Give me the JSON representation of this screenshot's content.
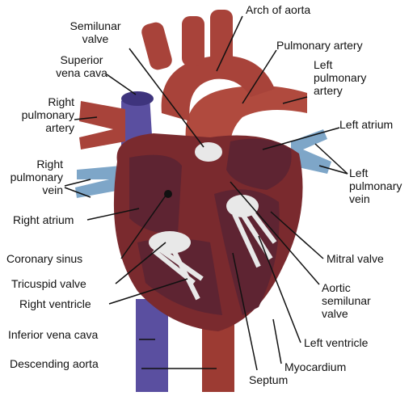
{
  "labels": {
    "arch_of_aorta": "Arch of aorta",
    "semilunar_valve": "Semilunar\nvalve",
    "pulmonary_artery": "Pulmonary artery",
    "superior_vena_cava": "Superior\nvena cava",
    "left_pulmonary_artery": "Left\npulmonary\nartery",
    "right_pulmonary_artery": "Right\npulmonary\nartery",
    "left_atrium": "Left atrium",
    "right_pulmonary_vein": "Right\npulmonary\nvein",
    "left_pulmonary_vein": "Left\npulmonary\nvein",
    "right_atrium": "Right atrium",
    "coronary_sinus": "Coronary sinus",
    "mitral_valve": "Mitral valve",
    "tricuspid_valve": "Tricuspid valve",
    "aortic_semilunar_valve": "Aortic\nsemilunar\nvalve",
    "right_ventricle": "Right ventricle",
    "left_ventricle": "Left ventricle",
    "inferior_vena_cava": "Inferior vena cava",
    "descending_aorta": "Descending aorta",
    "myocardium": "Myocardium",
    "septum": "Septum"
  },
  "colors": {
    "artery_red": "#a8433a",
    "muscle_dark": "#7a2a2e",
    "vein_blue": "#5a4fa0",
    "pulmonary_vein_blue": "#7ea6c8",
    "valve_white": "#e8e8e8",
    "chamber_dark": "#5e2432",
    "leader_line": "#111111"
  }
}
